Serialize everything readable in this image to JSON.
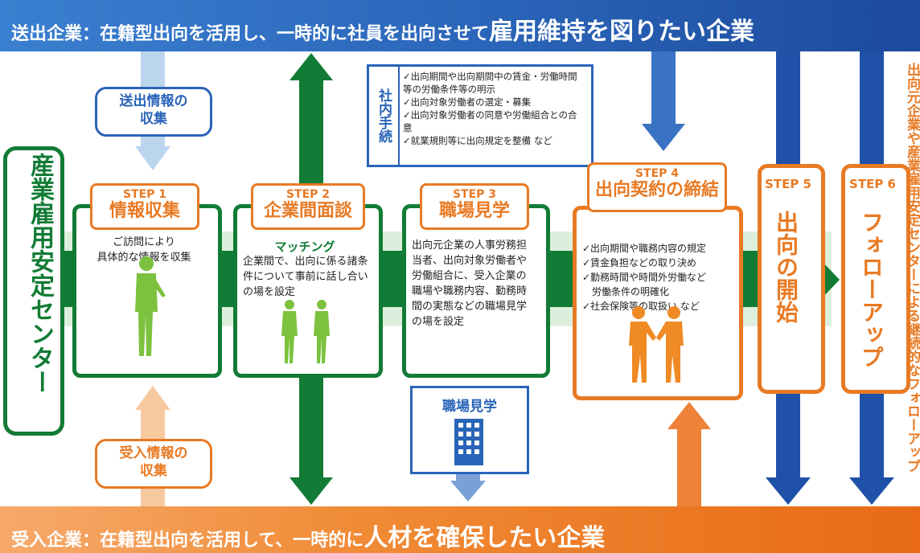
{
  "top_banner": {
    "label": "送出企業",
    "sep": "：",
    "text": "在籍型出向を活用し、一時的に社員を出向させて",
    "emphasis": "雇用維持を図りたい企業"
  },
  "bottom_banner": {
    "label": "受入企業",
    "sep": "：",
    "text": "在籍型出向を活用して、一時的に",
    "emphasis": "人材を確保したい企業"
  },
  "center": {
    "label": "産業雇用安定センター"
  },
  "send_info": {
    "label": "送出情報の\n収集"
  },
  "receive_info": {
    "label": "受入情報の\n収集"
  },
  "internal": {
    "title": "社内手続",
    "items": [
      "✓出向期間や出向期間中の賃金・労働時間等の労働条件等の明示",
      "✓出向対象労働者の選定・募集",
      "✓出向対象労働者の同意や労働組合との合意",
      "✓就業規則等に出向規定を整備 など"
    ]
  },
  "steps": [
    {
      "num": "STEP 1",
      "title": "情報収集",
      "body": "ご訪問により\n具体的な情報を収集"
    },
    {
      "num": "STEP 2",
      "title": "企業間面談",
      "sub": "マッチング",
      "body": "企業間で、出向に係る諸条件について事前に話し合いの場を設定"
    },
    {
      "num": "STEP 3",
      "title": "職場見学",
      "body": "出向元企業の人事労務担当者、出向対象労働者や労働組合に、受入企業の職場や職務内容、勤務時間の実態などの職場見学の場を設定"
    },
    {
      "num": "STEP 4",
      "title": "出向契約の締結",
      "items": [
        "✓出向期間や職務内容の規定",
        "✓賃金負担などの取り決め",
        "✓勤務時間や時間外労働など\n　労働条件の明確化",
        "✓社会保険等の取扱い など"
      ]
    },
    {
      "num": "STEP 5",
      "title": "出向の開始"
    },
    {
      "num": "STEP 6",
      "title": "フォローアップ"
    }
  ],
  "workplace": {
    "label": "職場見学"
  },
  "side_note": {
    "text": "出向元企業や産業雇用安定センターによる継続的なフォローアップ"
  },
  "colors": {
    "green": "#127b35",
    "orange": "#e87a24",
    "blue": "#2a64b8",
    "light_green": "#dcefdc"
  }
}
